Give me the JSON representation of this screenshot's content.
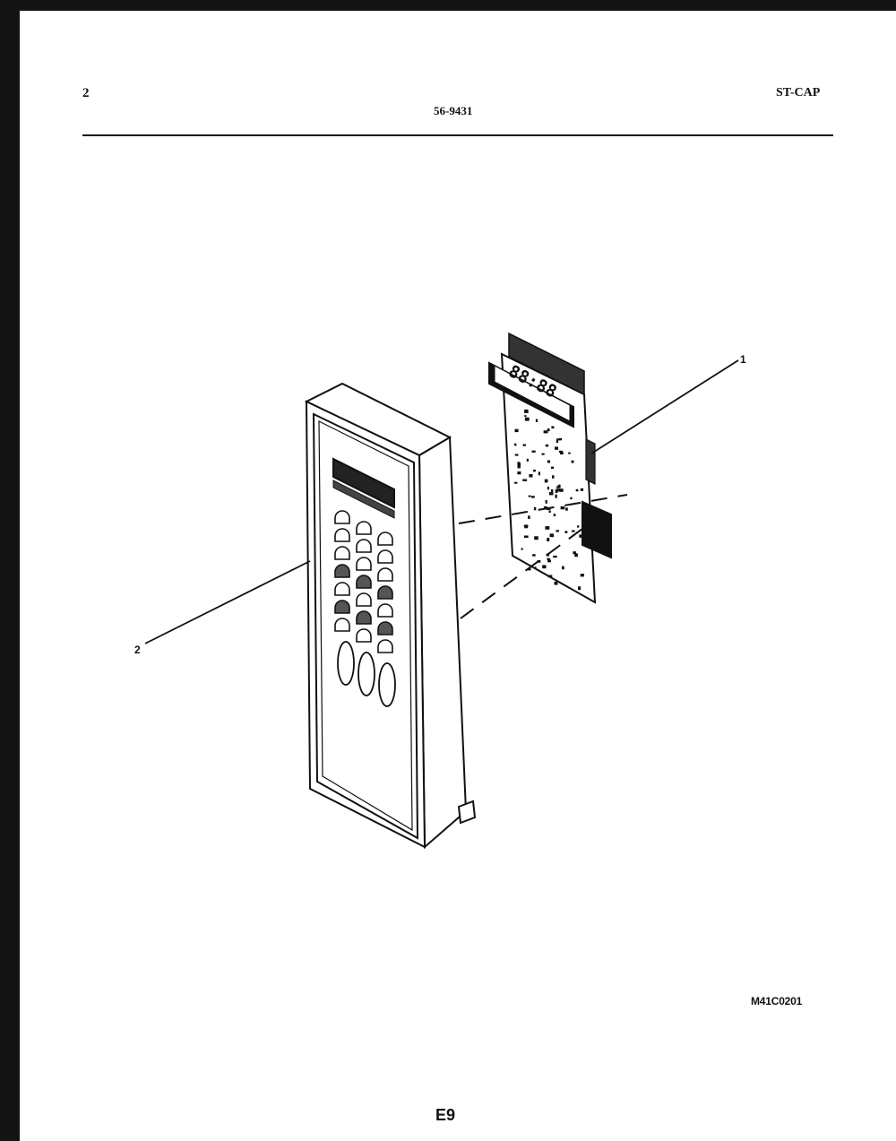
{
  "header": {
    "page_number": "2",
    "document_code": "56-9431",
    "model_code": "ST-CAP"
  },
  "diagram": {
    "callouts": [
      "1",
      "2"
    ],
    "pcb_display_text": "88:88",
    "drawing_id": "M41C0201"
  },
  "footer": {
    "page_label": "E9"
  }
}
